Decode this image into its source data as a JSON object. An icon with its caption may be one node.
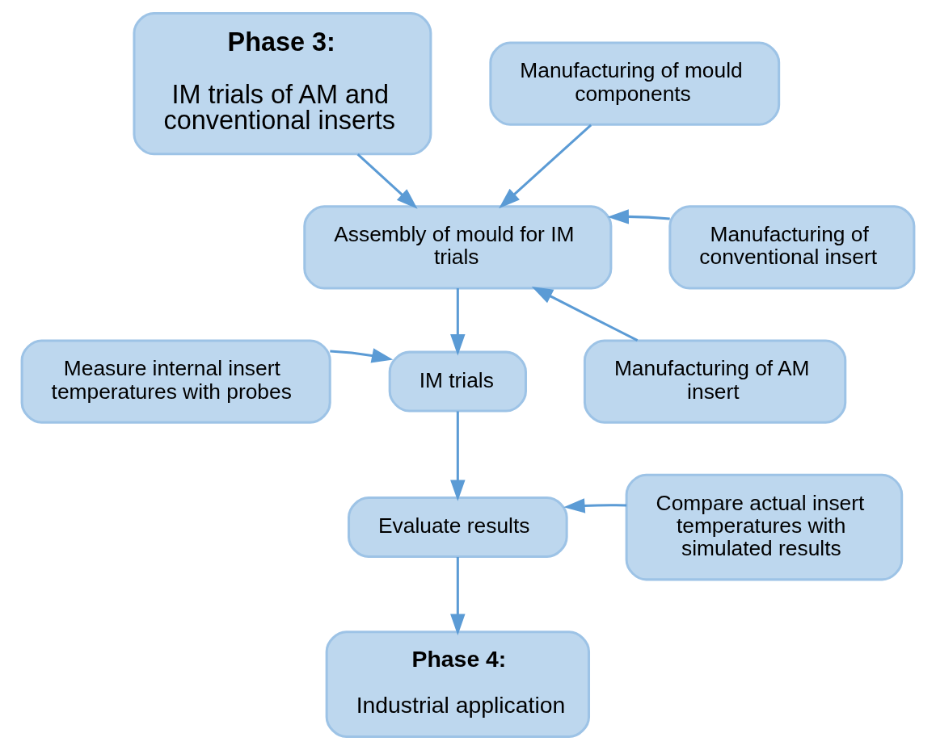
{
  "diagram": {
    "nodes": [
      {
        "text": [
          "Phase 3:",
          "IM trials of AM and conventional inserts"
        ]
      },
      {
        "text": [
          "Manufacturing of mould components"
        ]
      },
      {
        "text": [
          "Assembly of mould for IM trials"
        ]
      },
      {
        "text": [
          "Manufacturing of conventional insert"
        ]
      },
      {
        "text": [
          "Measure internal insert temperatures with probes"
        ]
      },
      {
        "text": [
          "IM trials"
        ]
      },
      {
        "text": [
          "Manufacturing of AM insert"
        ]
      },
      {
        "text": [
          "Compare actual insert temperatures with simulated results"
        ]
      },
      {
        "text": [
          "Evaluate results"
        ]
      },
      {
        "text": [
          "Phase 4:",
          "Industrial application"
        ]
      }
    ],
    "edges": [
      {
        "from": 0,
        "to": 2,
        "arrow": "to"
      },
      {
        "from": 1,
        "to": 2,
        "arrow": "to"
      },
      {
        "from": 3,
        "to": 2,
        "arrow": "to"
      },
      {
        "from": 6,
        "to": 2,
        "arrow": "to"
      },
      {
        "from": 2,
        "to": 5,
        "arrow": "to"
      },
      {
        "from": 4,
        "to": 5,
        "arrow": "to"
      },
      {
        "from": 5,
        "to": 8,
        "arrow": "to"
      },
      {
        "from": 7,
        "to": 8,
        "arrow": "to"
      },
      {
        "from": 8,
        "to": 9,
        "arrow": "to"
      }
    ]
  }
}
